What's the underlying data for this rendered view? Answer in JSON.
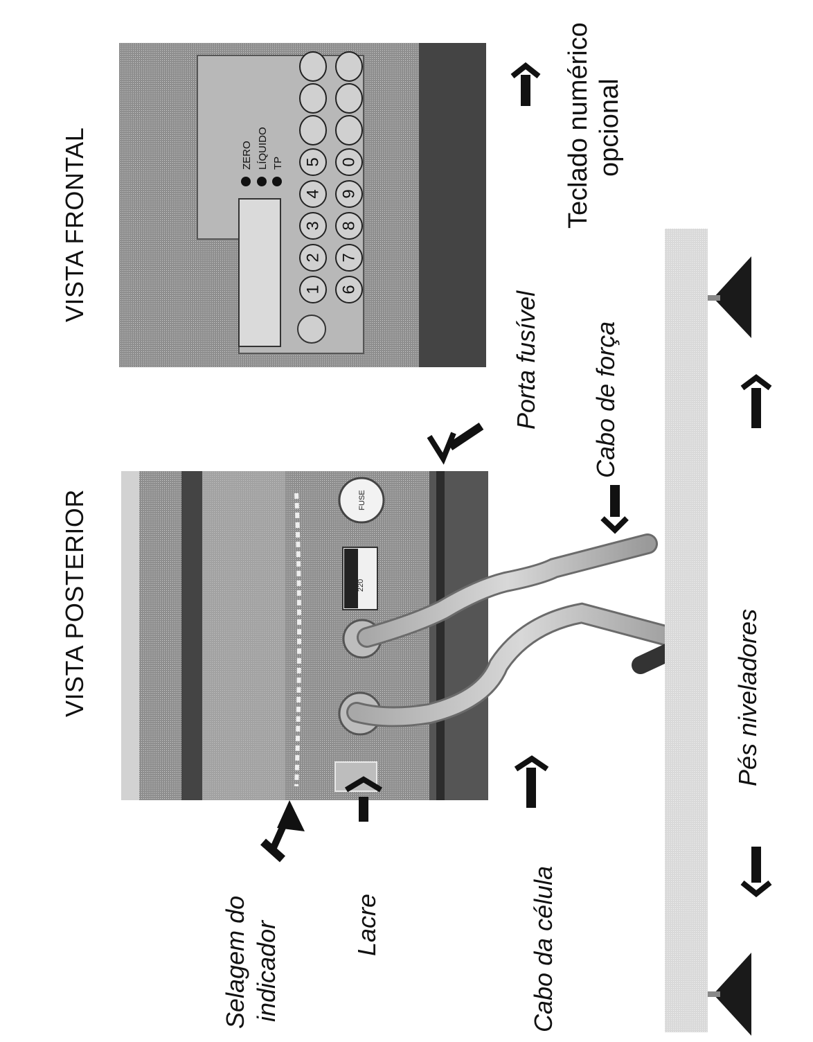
{
  "headings": {
    "rear_view": "VISTA POSTERIOR",
    "front_view": "VISTA FRONTAL"
  },
  "callouts": {
    "selagem_line1": "Selagem do",
    "selagem_line2": "indicador",
    "lacre": "Lacre",
    "cabo_celula": "Cabo da  célula",
    "pes_niveladores": "Pés niveladores",
    "porta_fusivel": "Porta fusível",
    "cabo_forca": "Cabo de força",
    "teclado_line1": "Teclado numérico",
    "teclado_line2": "opcional"
  },
  "rear_panel": {
    "fuse_label": "FUSE",
    "voltage_label": "220"
  },
  "front_panel": {
    "indicators": [
      "ZERO",
      "LÍQUIDO",
      "TP"
    ],
    "keys_row1": [
      "1",
      "2",
      "3",
      "4",
      "5"
    ],
    "keys_row2": [
      "6",
      "7",
      "8",
      "9",
      "0"
    ]
  },
  "colors": {
    "ink": "#111111",
    "panel_gray": "#9a9a9a",
    "panel_light": "#c9c9c9",
    "base_bar": "#dcdcdc"
  }
}
